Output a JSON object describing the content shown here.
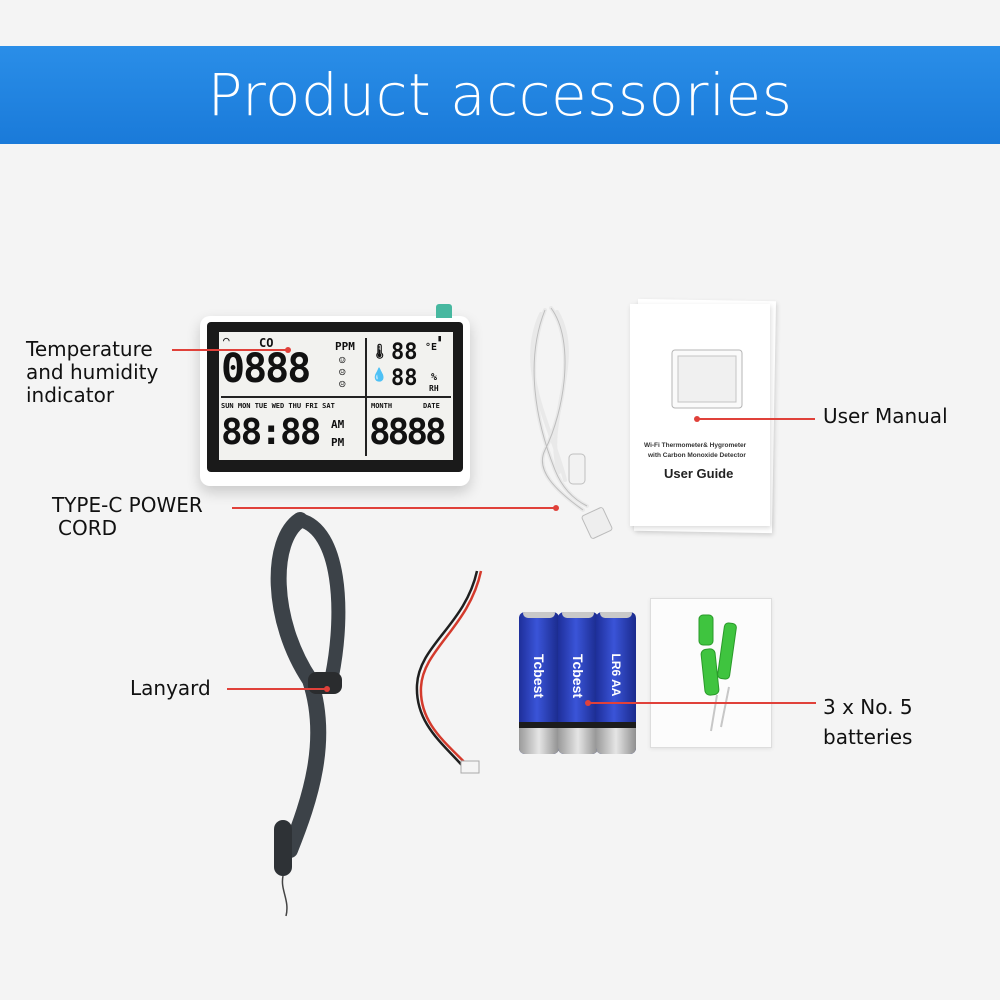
{
  "banner": {
    "title": "Product accessories",
    "color": "#1f84e0"
  },
  "labels": {
    "indicator_line1": "Temperature",
    "indicator_line2": "and humidity",
    "indicator_line3": "indicator",
    "manual": "User Manual",
    "cord_line1": "TYPE-C POWER",
    "cord_line2": "CORD",
    "lanyard": "Lanyard",
    "batteries_line1": "3 x No. 5",
    "batteries_line2": "batteries"
  },
  "lcd": {
    "co": "CO",
    "ppm": "PPM",
    "co_value": "0888",
    "temp_value": "88",
    "temp_unit": "°E",
    "hum_value": "88",
    "hum_unit": "%",
    "rh": "RH",
    "days": "SUN MON TUE WED THU FRI SAT",
    "month": "MONTH",
    "date": "DATE",
    "time": "88:88",
    "am": "AM",
    "pm": "PM",
    "date_value": "8888"
  },
  "manual_text": {
    "line1": "Wi-Fi Thermometer& Hygrometer",
    "line2": "with Carbon Monoxide Detector",
    "title": "User Guide"
  },
  "battery_brand": "Tcbest",
  "battery_size": "LR6 AA",
  "leader_color": "#e0413a"
}
